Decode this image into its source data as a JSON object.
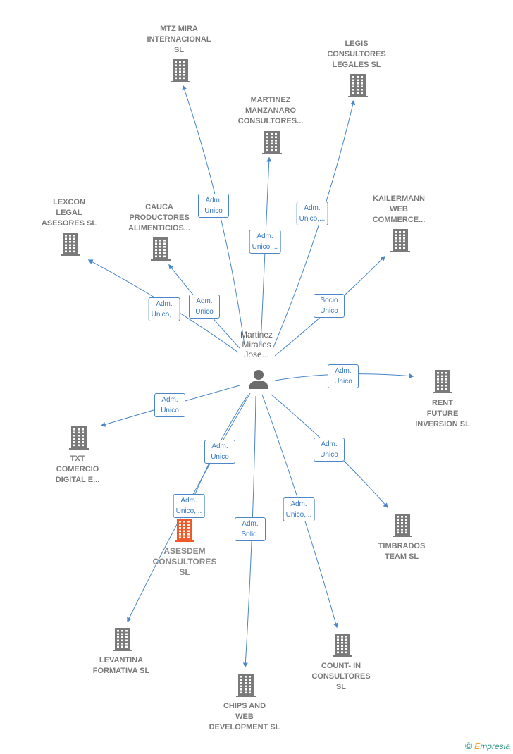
{
  "center": {
    "label": "Martinez\nMiralles\nJose..."
  },
  "nodes": [
    {
      "id": "mtz",
      "label": "MTZ MIRA\nINTERNACIONAL\nSL",
      "highlight": false
    },
    {
      "id": "legis",
      "label": "LEGIS\nCONSULTORES\nLEGALES  SL",
      "highlight": false
    },
    {
      "id": "martinez_manzanaro",
      "label": "MARTINEZ\nMANZANARO\nCONSULTORES...",
      "highlight": false
    },
    {
      "id": "lexcon",
      "label": "LEXCON\nLEGAL\nASESORES  SL",
      "highlight": false
    },
    {
      "id": "cauca",
      "label": "CAUCA\nPRODUCTORES\nALIMENTICIOS...",
      "highlight": false
    },
    {
      "id": "kailermann",
      "label": "KAILERMANN\nWEB\nCOMMERCE...",
      "highlight": false
    },
    {
      "id": "rent",
      "label": "RENT\nFUTURE\nINVERSION  SL",
      "highlight": false
    },
    {
      "id": "txt",
      "label": "TXT\nCOMERCIO\nDIGITAL E...",
      "highlight": false
    },
    {
      "id": "asesdem",
      "label": "ASESDEM\nCONSULTORES\nSL",
      "highlight": true
    },
    {
      "id": "timbrados",
      "label": "TIMBRADOS\nTEAM  SL",
      "highlight": false
    },
    {
      "id": "levantina",
      "label": "LEVANTINA\nFORMATIVA  SL",
      "highlight": false
    },
    {
      "id": "count",
      "label": "COUNT- IN\nCONSULTORES\nSL",
      "highlight": false
    },
    {
      "id": "chips",
      "label": "CHIPS AND\nWEB\nDEVELOPMENT SL",
      "highlight": false
    }
  ],
  "edges": [
    {
      "to": "mtz",
      "label": "Adm.\nUnico"
    },
    {
      "to": "legis",
      "label": "Adm.\nUnico,..."
    },
    {
      "to": "martinez_manzanaro",
      "label": "Adm.\nUnico,..."
    },
    {
      "to": "lexcon",
      "label": "Adm.\nUnico,..."
    },
    {
      "to": "cauca",
      "label": "Adm.\nUnico"
    },
    {
      "to": "kailermann",
      "label": "Socio\nÚnico"
    },
    {
      "to": "rent",
      "label": "Adm.\nUnico"
    },
    {
      "to": "txt",
      "label": "Adm.\nUnico"
    },
    {
      "to": "asesdem",
      "label": "Adm.\nUnico"
    },
    {
      "to": "timbrados",
      "label": "Adm.\nUnico"
    },
    {
      "to": "levantina",
      "label": "Adm.\nUnico,..."
    },
    {
      "to": "count",
      "label": "Adm.\nUnico,..."
    },
    {
      "to": "chips",
      "label": "Adm.\nSolid."
    }
  ],
  "colors": {
    "edge": "#4a86c8",
    "building": "#7a7a7a",
    "building_highlight": "#f05a28",
    "person": "#6b6b6b"
  },
  "footer": {
    "copyright": "©",
    "brand_initial": "E",
    "brand_rest": "mpresia"
  }
}
